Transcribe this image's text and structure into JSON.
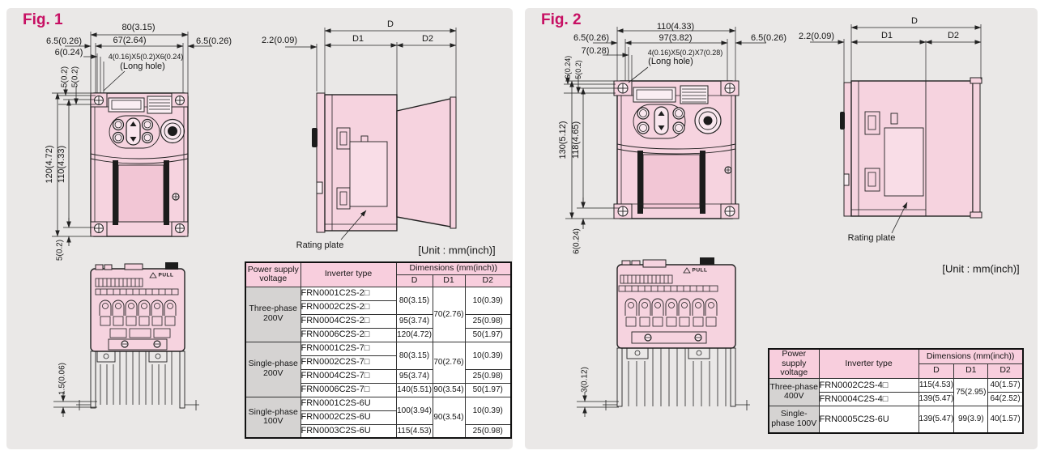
{
  "colors": {
    "panel_bg": "#eae8e7",
    "body_pink": "#f6d3df",
    "title_magenta": "#c70f63",
    "table_header_pink": "#f8cedd",
    "table_group_gray": "#d5d3d2",
    "line": "#222222"
  },
  "fig1": {
    "title": "Fig. 1",
    "front": {
      "width_outer": "80(3.15)",
      "width_inner": "67(2.64)",
      "offset_left": "6.5(0.26)",
      "offset_right": "6.5(0.26)",
      "offset_top": "6(0.24)",
      "hole": "4(0.16)X5(0.2)X6(0.24)",
      "hole_note": "(Long hole)",
      "hole_v1": "5(0.2)",
      "hole_v2": "5(0.2)",
      "height_outer": "120(4.72)",
      "height_inner": "110(4.33)",
      "offset_bottom": "5(0.2)"
    },
    "side": {
      "thickness": "2.2(0.09)",
      "d": "D",
      "d1": "D1",
      "d2": "D2",
      "rating_plate": "Rating plate"
    },
    "unit_label": "[Unit : mm(inch)]",
    "bottom": {
      "foot": "1.5(0.06)",
      "pull": "PULL"
    },
    "table": {
      "headers": {
        "voltage": "Power supply voltage",
        "type": "Inverter type",
        "dims": "Dimensions (mm(inch))",
        "d": "D",
        "d1": "D1",
        "d2": "D2"
      },
      "rows": [
        {
          "voltage": "Three-phase 200V",
          "type": "FRN0001C2S-2□",
          "d": "80(3.15)",
          "d1": "70(2.76)",
          "d2": "10(0.39)"
        },
        {
          "type": "FRN0002C2S-2□"
        },
        {
          "type": "FRN0004C2S-2□",
          "d": "95(3.74)",
          "d2": "25(0.98)"
        },
        {
          "type": "FRN0006C2S-2□",
          "d": "120(4.72)",
          "d2": "50(1.97)"
        },
        {
          "voltage": "Single-phase 200V",
          "type": "FRN0001C2S-7□",
          "d": "80(3.15)",
          "d1": "70(2.76)",
          "d2": "10(0.39)"
        },
        {
          "type": "FRN0002C2S-7□"
        },
        {
          "type": "FRN0004C2S-7□",
          "d": "95(3.74)",
          "d2": "25(0.98)"
        },
        {
          "type": "FRN0006C2S-7□",
          "d": "140(5.51)",
          "d1": "90(3.54)",
          "d2": "50(1.97)"
        },
        {
          "voltage": "Single-phase 100V",
          "type": "FRN0001C2S-6U",
          "d": "100(3.94)",
          "d1": "90(3.54)",
          "d2": "10(0.39)"
        },
        {
          "type": "FRN0002C2S-6U"
        },
        {
          "type": "FRN0003C2S-6U",
          "d": "115(4.53)",
          "d2": "25(0.98)"
        }
      ]
    }
  },
  "fig2": {
    "title": "Fig. 2",
    "front": {
      "width_outer": "110(4.33)",
      "width_inner": "97(3.82)",
      "offset_left": "6.5(0.26)",
      "offset_right": "6.5(0.26)",
      "offset_top": "7(0.28)",
      "hole": "4(0.16)X5(0.2)X7(0.28)",
      "hole_note": "(Long hole)",
      "hole_v1": "6(0.24)",
      "hole_v2": "5(0.2)",
      "height_outer": "130(5.12)",
      "height_inner": "118(4.65)",
      "offset_bottom": "6(0.24)"
    },
    "side": {
      "thickness": "2.2(0.09)",
      "d": "D",
      "d1": "D1",
      "d2": "D2",
      "rating_plate": "Rating plate"
    },
    "unit_label": "[Unit : mm(inch)]",
    "bottom": {
      "foot": "3(0.12)",
      "pull": "PULL"
    },
    "table": {
      "headers": {
        "voltage": "Power supply voltage",
        "type": "Inverter type",
        "dims": "Dimensions (mm(inch))",
        "d": "D",
        "d1": "D1",
        "d2": "D2"
      },
      "rows": [
        {
          "voltage": "Three-phase 400V",
          "type": "FRN0002C2S-4□",
          "d": "115(4.53)",
          "d1": "75(2.95)",
          "d2": "40(1.57)"
        },
        {
          "type": "FRN0004C2S-4□",
          "d": "139(5.47)",
          "d2": "64(2.52)"
        },
        {
          "voltage": "Single-phase 100V",
          "type": "FRN0005C2S-6U",
          "d": "139(5.47)",
          "d1": "99(3.9)",
          "d2": "40(1.57)"
        }
      ]
    }
  }
}
